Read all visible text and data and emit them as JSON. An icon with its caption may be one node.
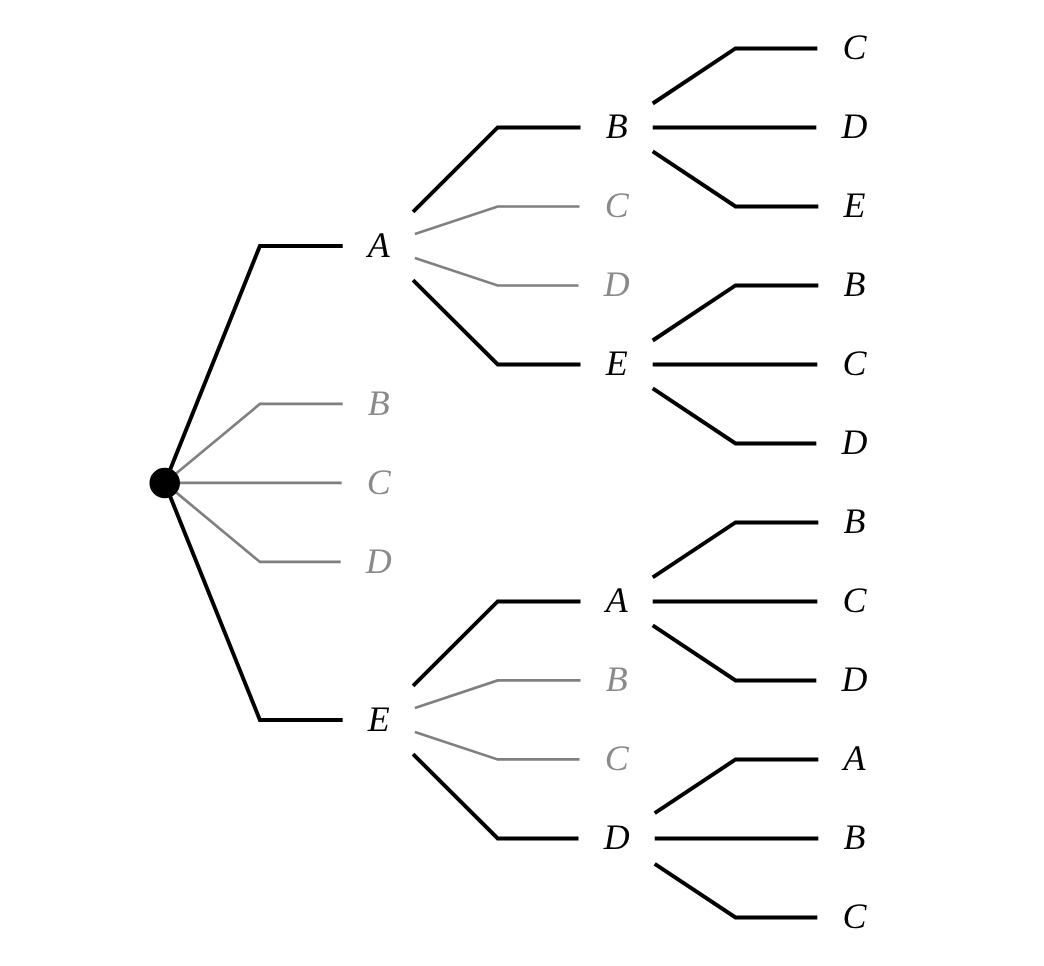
{
  "diagram": {
    "nodes": [
      {
        "text": [],
        "shape": "circle"
      },
      {
        "text": [
          "A"
        ]
      },
      {
        "text": [
          "B"
        ]
      },
      {
        "text": [
          "C"
        ]
      },
      {
        "text": [
          "D"
        ]
      },
      {
        "text": [
          "E"
        ]
      },
      {
        "text": [
          "B"
        ]
      },
      {
        "text": [
          "C"
        ]
      },
      {
        "text": [
          "D"
        ]
      },
      {
        "text": [
          "E"
        ]
      },
      {
        "text": [
          "A"
        ]
      },
      {
        "text": [
          "B"
        ]
      },
      {
        "text": [
          "C"
        ]
      },
      {
        "text": [
          "D"
        ]
      },
      {
        "text": [
          "C"
        ]
      },
      {
        "text": [
          "D"
        ]
      },
      {
        "text": [
          "E"
        ]
      },
      {
        "text": [
          "B"
        ]
      },
      {
        "text": [
          "C"
        ]
      },
      {
        "text": [
          "D"
        ]
      },
      {
        "text": [
          "B"
        ]
      },
      {
        "text": [
          "C"
        ]
      },
      {
        "text": [
          "D"
        ]
      },
      {
        "text": [
          "A"
        ]
      },
      {
        "text": [
          "B"
        ]
      },
      {
        "text": [
          "C"
        ]
      }
    ],
    "edges": [
      {
        "from": 0,
        "to": 1,
        "arrow": "none"
      },
      {
        "from": 0,
        "to": 2,
        "arrow": "none",
        "color": "#808080"
      },
      {
        "from": 0,
        "to": 3,
        "arrow": "none",
        "color": "#808080"
      },
      {
        "from": 0,
        "to": 4,
        "arrow": "none",
        "color": "#808080"
      },
      {
        "from": 0,
        "to": 5,
        "arrow": "none"
      },
      {
        "from": 1,
        "to": 6,
        "arrow": "none"
      },
      {
        "from": 1,
        "to": 7,
        "arrow": "none",
        "color": "#808080"
      },
      {
        "from": 1,
        "to": 8,
        "arrow": "none",
        "color": "#808080"
      },
      {
        "from": 1,
        "to": 9,
        "arrow": "none"
      },
      {
        "from": 5,
        "to": 10,
        "arrow": "none"
      },
      {
        "from": 5,
        "to": 11,
        "arrow": "none",
        "color": "#808080"
      },
      {
        "from": 5,
        "to": 12,
        "arrow": "none",
        "color": "#808080"
      },
      {
        "from": 5,
        "to": 13,
        "arrow": "none"
      },
      {
        "from": 6,
        "to": 14,
        "arrow": "none"
      },
      {
        "from": 6,
        "to": 15,
        "arrow": "none"
      },
      {
        "from": 6,
        "to": 16,
        "arrow": "none"
      },
      {
        "from": 9,
        "to": 17,
        "arrow": "none"
      },
      {
        "from": 9,
        "to": 18,
        "arrow": "none"
      },
      {
        "from": 9,
        "to": 19,
        "arrow": "none"
      },
      {
        "from": 10,
        "to": 20,
        "arrow": "none"
      },
      {
        "from": 10,
        "to": 21,
        "arrow": "none"
      },
      {
        "from": 10,
        "to": 22,
        "arrow": "none"
      },
      {
        "from": 13,
        "to": 23,
        "arrow": "none"
      },
      {
        "from": 13,
        "to": 24,
        "arrow": "none"
      },
      {
        "from": 13,
        "to": 25,
        "arrow": "none"
      }
    ]
  }
}
